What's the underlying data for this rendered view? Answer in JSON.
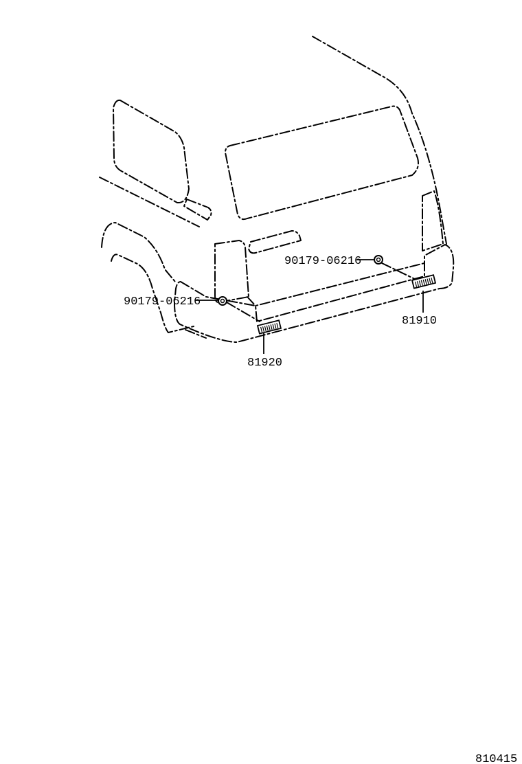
{
  "callouts": {
    "clip_right": "90179-06216",
    "clip_left": "90179-06216",
    "reflector_right": "81910",
    "reflector_left": "81920"
  },
  "illustration_code": "810415",
  "icons": [
    "clip-icon",
    "reflector-icon"
  ]
}
